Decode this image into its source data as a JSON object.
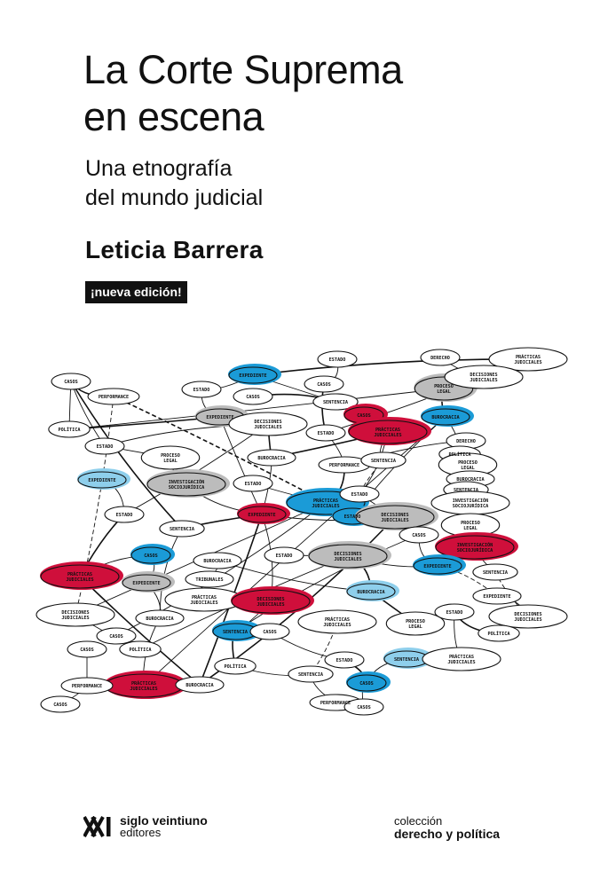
{
  "cover": {
    "title_line1": "La Corte Suprema",
    "title_line2": "en escena",
    "subtitle_line1": "Una etnografía",
    "subtitle_line2": "del mundo judicial",
    "author": "Leticia Barrera",
    "badge": "¡nueva edición!"
  },
  "illustration": {
    "colors": {
      "blue": "#1b9bd7",
      "lightblue": "#8ecfec",
      "red": "#cf0f3b",
      "gray": "#bcbcbc",
      "white": "#ffffff"
    },
    "nodes": [
      {
        "label": "CASOS",
        "fill": "white"
      },
      {
        "label": "PERFORMANCE",
        "fill": "white"
      },
      {
        "label": "POLÍTICA",
        "fill": "white"
      },
      {
        "label": "ESTADO",
        "fill": "white"
      },
      {
        "label": "EXPEDIENTE",
        "fill": "blue"
      },
      {
        "label": "ESTADO",
        "fill": "white"
      },
      {
        "label": "CASOS",
        "fill": "white"
      },
      {
        "label": "ESTADO",
        "fill": "white"
      },
      {
        "label": "CASOS",
        "fill": "white"
      },
      {
        "label": "SENTENCIA",
        "fill": "white"
      },
      {
        "label": "EXPEDIENTE",
        "fill": "gray"
      },
      {
        "label": "DECISIONES JUDICIALES",
        "fill": "white"
      },
      {
        "label": "ESTADO",
        "fill": "white"
      },
      {
        "label": "CASOS",
        "fill": "red"
      },
      {
        "label": "PRÁCTICAS JUDICIALES",
        "fill": "red"
      },
      {
        "label": "PROCESO LEGAL",
        "fill": "gray"
      },
      {
        "label": "BUROCRACIA",
        "fill": "blue"
      },
      {
        "label": "DERECHO",
        "fill": "white"
      },
      {
        "label": "PRÁCTICAS JUDICIALES",
        "fill": "white"
      },
      {
        "label": "DECISIONES JUDICIALES",
        "fill": "white"
      },
      {
        "label": "DERECHO",
        "fill": "white"
      },
      {
        "label": "POLÍTICA",
        "fill": "white"
      },
      {
        "label": "PROCESO LEGAL",
        "fill": "white"
      },
      {
        "label": "BUROCRACIA",
        "fill": "white"
      },
      {
        "label": "PERFORMANCE",
        "fill": "white"
      },
      {
        "label": "SENTENCIA",
        "fill": "white"
      },
      {
        "label": "PROCESO LEGAL",
        "fill": "white"
      },
      {
        "label": "BUROCRACIA",
        "fill": "white"
      },
      {
        "label": "SENTENCIA",
        "fill": "white"
      },
      {
        "label": "INVESTIGACIÓN SOCIOJURÍDICA",
        "fill": "white"
      },
      {
        "label": "EXPEDIENTE",
        "fill": "lightblue"
      },
      {
        "label": "INVESTIGACIÓN SOCIOJURÍDICA",
        "fill": "gray"
      },
      {
        "label": "ESTADO",
        "fill": "white"
      },
      {
        "label": "ESTADO",
        "fill": "white"
      },
      {
        "label": "EXPEDIENTE",
        "fill": "red"
      },
      {
        "label": "PRÁCTICAS JUDICIALES",
        "fill": "blue"
      },
      {
        "label": "ESTADO",
        "fill": "blue"
      },
      {
        "label": "ESTADO",
        "fill": "white"
      },
      {
        "label": "DECISIONES JUDICIALES",
        "fill": "gray"
      },
      {
        "label": "PROCESO LEGAL",
        "fill": "white"
      },
      {
        "label": "SENTENCIA",
        "fill": "white"
      },
      {
        "label": "CASOS",
        "fill": "blue"
      },
      {
        "label": "BUROCRACIA",
        "fill": "white"
      },
      {
        "label": "ESTADO",
        "fill": "white"
      },
      {
        "label": "DECISIONES JUDICIALES",
        "fill": "gray"
      },
      {
        "label": "CASOS",
        "fill": "white"
      },
      {
        "label": "INVESTIGACIÓN SOCIOJURÍDICA",
        "fill": "red"
      },
      {
        "label": "EXPEDIENTE",
        "fill": "blue"
      },
      {
        "label": "SENTENCIA",
        "fill": "white"
      },
      {
        "label": "PRÁCTICAS JUDICIALES",
        "fill": "red"
      },
      {
        "label": "EXPEDIENTE",
        "fill": "gray"
      },
      {
        "label": "PRÁCTICAS JUDICIALES",
        "fill": "white"
      },
      {
        "label": "DECISIONES JUDICIALES",
        "fill": "red"
      },
      {
        "label": "BUROCRACIA",
        "fill": "lightblue"
      },
      {
        "label": "EXPEDIENTE",
        "fill": "white"
      },
      {
        "label": "DECISIONES JUDICIALES",
        "fill": "white"
      },
      {
        "label": "BUROCRACIA",
        "fill": "white"
      },
      {
        "label": "SENTENCIA",
        "fill": "blue"
      },
      {
        "label": "CASOS",
        "fill": "white"
      },
      {
        "label": "PRÁCTICAS JUDICIALES",
        "fill": "white"
      },
      {
        "label": "PROCESO LEGAL",
        "fill": "white"
      },
      {
        "label": "ESTADO",
        "fill": "white"
      },
      {
        "label": "DECISIONES JUDICIALES",
        "fill": "white"
      },
      {
        "label": "CASOS",
        "fill": "white"
      },
      {
        "label": "POLÍTICA",
        "fill": "white"
      },
      {
        "label": "CASOS",
        "fill": "white"
      },
      {
        "label": "POLÍTICA",
        "fill": "white"
      },
      {
        "label": "ESTADO",
        "fill": "white"
      },
      {
        "label": "SENTENCIA",
        "fill": "lightblue"
      },
      {
        "label": "PRÁCTICAS JUDICIALES",
        "fill": "white"
      },
      {
        "label": "PRÁCTICAS JUDICIALES",
        "fill": "red"
      },
      {
        "label": "BUROCRACIA",
        "fill": "white"
      },
      {
        "label": "PERFORMANCE",
        "fill": "white"
      },
      {
        "label": "SENTENCIA",
        "fill": "white"
      },
      {
        "label": "CASOS",
        "fill": "blue"
      },
      {
        "label": "PERFORMANCE",
        "fill": "white"
      },
      {
        "label": "CASOS",
        "fill": "white"
      },
      {
        "label": "CASOS",
        "fill": "white"
      },
      {
        "label": "POLÍTICA",
        "fill": "white"
      },
      {
        "label": "TRIBUNALES",
        "fill": "white"
      }
    ]
  },
  "footer": {
    "publisher_name": "siglo veintiuno",
    "publisher_sub": "editores",
    "collection_label": "colección",
    "collection_name": "derecho y política"
  }
}
